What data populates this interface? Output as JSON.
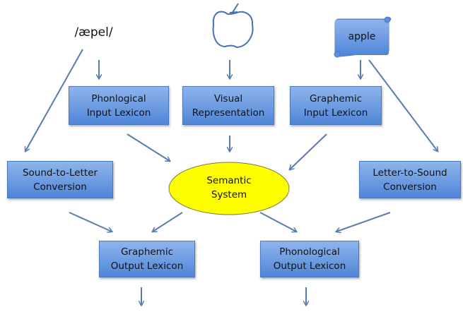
{
  "inputs": {
    "phonetic": "/æpel/",
    "picture": "apple-drawing",
    "word": "apple"
  },
  "nodes": {
    "phon_input": [
      "Phonlogical",
      "Input Lexicon"
    ],
    "visual": [
      "Visual",
      "Representation"
    ],
    "graph_input": [
      "Graphemic",
      "Input Lexicon"
    ],
    "sound_to_letter": [
      "Sound-to-Letter",
      "Conversion"
    ],
    "semantic": [
      "Semantic",
      "System"
    ],
    "letter_to_sound": [
      "Letter-to-Sound",
      "Conversion"
    ],
    "graph_output": [
      "Graphemic",
      "Output Lexicon"
    ],
    "phon_output": [
      "Phonological",
      "Output Lexicon"
    ]
  },
  "colors": {
    "box": "#5b8fdc",
    "ellipse": "#ffff00",
    "arrow": "#5a7bb0"
  }
}
